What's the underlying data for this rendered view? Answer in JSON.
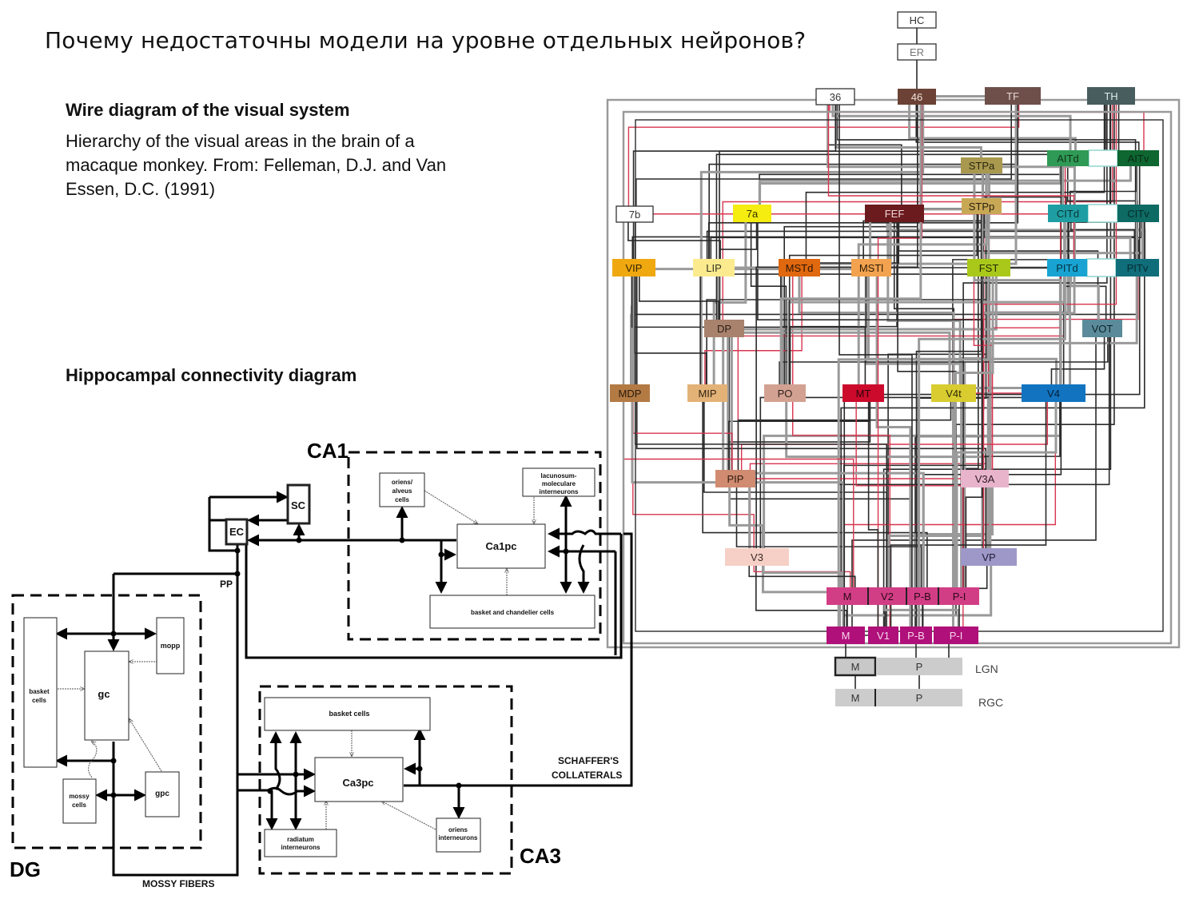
{
  "slide": {
    "title": "Почему недостаточны модели на уровне отдельных нейронов?",
    "visual_heading": "Wire diagram of the visual system",
    "visual_description": "Hierarchy of the visual areas in the brain of a macaque monkey. From: Felleman,  D.J. and Van Essen, D.C. (1991)",
    "hippocampal_heading": "Hippocampal connectivity diagram"
  },
  "visual_diagram": {
    "areas": [
      {
        "id": "HC",
        "label": "HC",
        "fill": "#ffffff",
        "text": "#333333"
      },
      {
        "id": "ER",
        "label": "ER",
        "fill": "#ffffff",
        "text": "#777777"
      },
      {
        "id": "36",
        "label": "36",
        "fill": "#ffffff",
        "text": "#333333"
      },
      {
        "id": "46",
        "label": "46",
        "fill": "#6b4235",
        "text": "#f0e0d8"
      },
      {
        "id": "TF",
        "label": "TF",
        "fill": "#6e4f4a",
        "text": "#e6d8d6"
      },
      {
        "id": "TH",
        "label": "TH",
        "fill": "#475d5e",
        "text": "#e0e8e8"
      },
      {
        "id": "STPa",
        "label": "STPa",
        "fill": "#a9994f",
        "text": "#2a2610"
      },
      {
        "id": "AITd",
        "label": "AITd",
        "fill": "#2f9a55",
        "text": "#10301a"
      },
      {
        "id": "AITv",
        "label": "AITv",
        "fill": "#0e6631",
        "text": "#0a2a14"
      },
      {
        "id": "7b",
        "label": "7b",
        "fill": "#ffffff",
        "text": "#333333"
      },
      {
        "id": "7a",
        "label": "7a",
        "fill": "#f5ec10",
        "text": "#333300"
      },
      {
        "id": "FEF",
        "label": "FEF",
        "fill": "#6b1a1e",
        "text": "#f0d8d8"
      },
      {
        "id": "STPp",
        "label": "STPp",
        "fill": "#c8a855",
        "text": "#2a2010"
      },
      {
        "id": "CITd",
        "label": "CITd",
        "fill": "#1e9ea2",
        "text": "#0a3536"
      },
      {
        "id": "CITv",
        "label": "CITv",
        "fill": "#0d6b64",
        "text": "#062c29"
      },
      {
        "id": "VIP",
        "label": "VIP",
        "fill": "#f0a810",
        "text": "#332300"
      },
      {
        "id": "LIP",
        "label": "LIP",
        "fill": "#fbeb8e",
        "text": "#333320"
      },
      {
        "id": "MSTd",
        "label": "MSTd",
        "fill": "#e0680f",
        "text": "#2c1503"
      },
      {
        "id": "MSTl",
        "label": "MSTl",
        "fill": "#f3a34f",
        "text": "#2c1a06"
      },
      {
        "id": "FST",
        "label": "FST",
        "fill": "#a9c81a",
        "text": "#232a04"
      },
      {
        "id": "PITd",
        "label": "PITd",
        "fill": "#18a3d2",
        "text": "#06303e"
      },
      {
        "id": "PITv",
        "label": "PITv",
        "fill": "#0f6e7a",
        "text": "#052b30"
      },
      {
        "id": "DP",
        "label": "DP",
        "fill": "#a8826c",
        "text": "#2a1e16"
      },
      {
        "id": "VOT",
        "label": "VOT",
        "fill": "#5b8b9a",
        "text": "#0e2228"
      },
      {
        "id": "MDP",
        "label": "MDP",
        "fill": "#b37a44",
        "text": "#2a1a0a"
      },
      {
        "id": "MIP",
        "label": "MIP",
        "fill": "#e3b277",
        "text": "#2e2212"
      },
      {
        "id": "PO",
        "label": "PO",
        "fill": "#d3a192",
        "text": "#2e1f1a"
      },
      {
        "id": "MT",
        "label": "MT",
        "fill": "#cc0a2c",
        "text": "#2e0208"
      },
      {
        "id": "V4t",
        "label": "V4t",
        "fill": "#d8cc30",
        "text": "#2e2a06"
      },
      {
        "id": "V4",
        "label": "V4",
        "fill": "#1274c0",
        "text": "#061e33"
      },
      {
        "id": "PIP",
        "label": "PIP",
        "fill": "#d08b70",
        "text": "#2e1a12"
      },
      {
        "id": "V3A",
        "label": "V3A",
        "fill": "#e8b4cc",
        "text": "#2e1a24"
      },
      {
        "id": "V3",
        "label": "V3",
        "fill": "#f6d0c6",
        "text": "#3a2a26"
      },
      {
        "id": "VP",
        "label": "VP",
        "fill": "#9e98c8",
        "text": "#1e1a36"
      },
      {
        "id": "V2M",
        "label": "M",
        "fill": "#d23e86",
        "text": "#2a0818"
      },
      {
        "id": "V2",
        "label": "V2",
        "fill": "#d23e86",
        "text": "#2a0818"
      },
      {
        "id": "V2PB",
        "label": "P-B",
        "fill": "#d23e86",
        "text": "#2a0818"
      },
      {
        "id": "V2PI",
        "label": "P-I",
        "fill": "#d23e86",
        "text": "#2a0818"
      },
      {
        "id": "V1M",
        "label": "M",
        "fill": "#b0107a",
        "text": "#f6d6ea"
      },
      {
        "id": "V1",
        "label": "V1",
        "fill": "#b0107a",
        "text": "#f6d6ea"
      },
      {
        "id": "V1PB",
        "label": "P-B",
        "fill": "#b0107a",
        "text": "#f6d6ea"
      },
      {
        "id": "V1PI",
        "label": "P-I",
        "fill": "#b0107a",
        "text": "#f6d6ea"
      },
      {
        "id": "LGNM",
        "label": "M",
        "fill": "#c8c8c8",
        "text": "#333333"
      },
      {
        "id": "LGNP",
        "label": "P",
        "fill": "#cccccc",
        "text": "#333333"
      },
      {
        "id": "RGCM",
        "label": "M",
        "fill": "#cccccc",
        "text": "#333333"
      },
      {
        "id": "RGCP",
        "label": "P",
        "fill": "#cccccc",
        "text": "#333333"
      }
    ],
    "level_labels": [
      {
        "id": "LGN",
        "label": "LGN"
      },
      {
        "id": "RGC",
        "label": "RGC"
      }
    ],
    "line_colors": {
      "dark": "#2a2a2a",
      "gray": "#9a9a9a",
      "red": "#d8354f"
    }
  },
  "hippocampal_diagram": {
    "regions": [
      {
        "id": "CA1",
        "label": "CA1"
      },
      {
        "id": "CA3",
        "label": "CA3"
      },
      {
        "id": "DG",
        "label": "DG"
      }
    ],
    "cells": [
      {
        "id": "SC",
        "label": "SC"
      },
      {
        "id": "EC",
        "label": "EC"
      },
      {
        "id": "oriens_alveus",
        "label": "oriens/ alveus cells"
      },
      {
        "id": "lacunosum",
        "label": "lacunosum- moleculare interneurons"
      },
      {
        "id": "Ca1pc",
        "label": "Ca1pc"
      },
      {
        "id": "basket_chandelier",
        "label": "basket and chandelier cells"
      },
      {
        "id": "basket_dg",
        "label": "basket cells"
      },
      {
        "id": "gc",
        "label": "gc"
      },
      {
        "id": "mopp",
        "label": "mopp"
      },
      {
        "id": "mossy",
        "label": "mossy cells"
      },
      {
        "id": "gpc",
        "label": "gpc"
      },
      {
        "id": "basket_ca3",
        "label": "basket cells"
      },
      {
        "id": "Ca3pc",
        "label": "Ca3pc"
      },
      {
        "id": "radiatum",
        "label": "radiatum interneurons"
      },
      {
        "id": "oriens_int",
        "label": "oriens interneurons"
      }
    ],
    "pathway_labels": [
      {
        "id": "PP",
        "label": "PP"
      },
      {
        "id": "schaffer1",
        "label": "SCHAFFER'S"
      },
      {
        "id": "schaffer2",
        "label": "COLLATERALS"
      },
      {
        "id": "mossy_fibers",
        "label": "MOSSY FIBERS"
      }
    ]
  }
}
